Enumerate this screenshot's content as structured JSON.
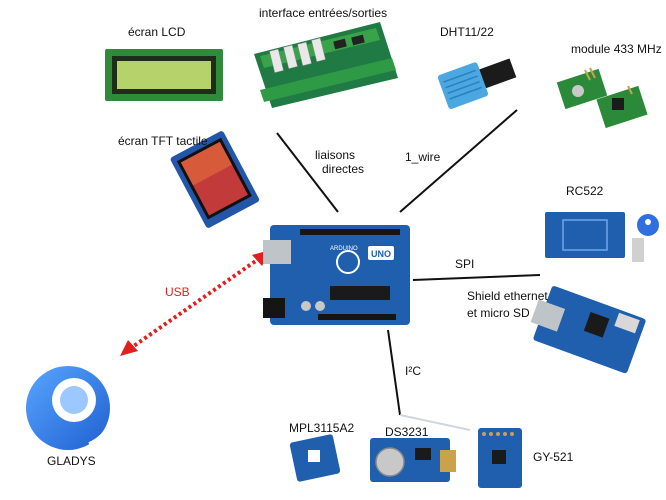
{
  "labels": {
    "lcd": "écran LCD",
    "io": "interface entrées/sorties",
    "dht": "DHT11/22",
    "rf433": "module 433 MHz",
    "tft": "écran TFT tactile",
    "liaisons1": "liaisons",
    "liaisons2": "directes",
    "onewire": "1_wire",
    "rc522": "RC522",
    "spi": "SPI",
    "eth1": "Shield ethernet",
    "eth2": "et micro SD",
    "usb": "USB",
    "i2c": "I²C",
    "mpl": "MPL3115A2",
    "ds": "DS3231",
    "gy": "GY-521",
    "gladys": "GLADYS"
  },
  "board": {
    "brand": "ARDUINO",
    "model": "UNO"
  },
  "colors": {
    "pcb_blue": "#1f5fae",
    "pcb_green": "#2f8a3a",
    "lcd_green": "#b5d36a",
    "usb_red": "#e02020",
    "gladys_blue": "#2f7be6"
  }
}
